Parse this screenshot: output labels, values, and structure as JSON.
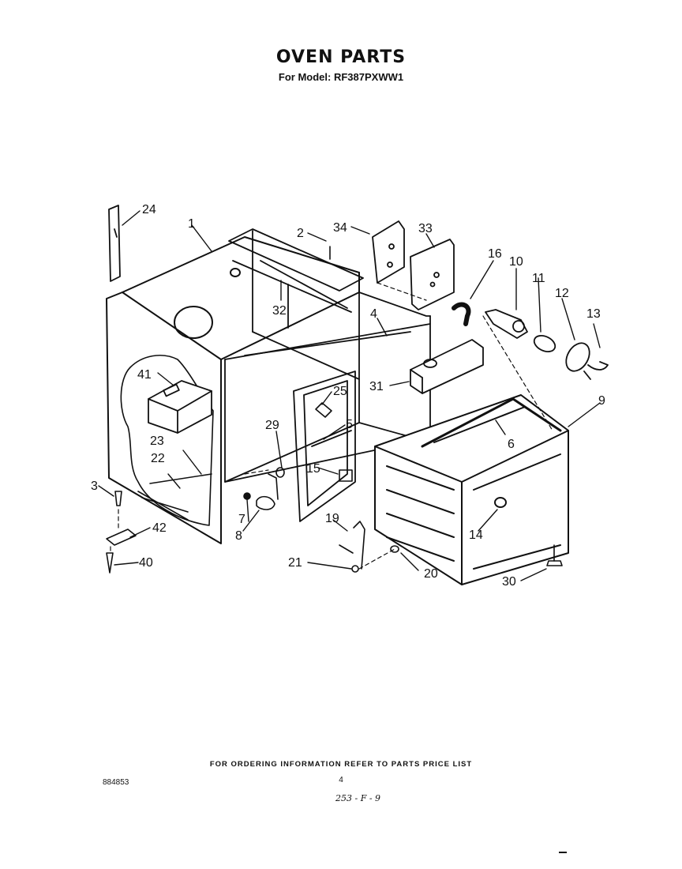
{
  "header": {
    "title": "OVEN PARTS",
    "subtitle": "For Model: RF387PXWW1"
  },
  "parts": [
    {
      "label": "1"
    },
    {
      "label": "2"
    },
    {
      "label": "3"
    },
    {
      "label": "4"
    },
    {
      "label": "5"
    },
    {
      "label": "6"
    },
    {
      "label": "7"
    },
    {
      "label": "8"
    },
    {
      "label": "9"
    },
    {
      "label": "10"
    },
    {
      "label": "11"
    },
    {
      "label": "12"
    },
    {
      "label": "13"
    },
    {
      "label": "14"
    },
    {
      "label": "15"
    },
    {
      "label": "16"
    },
    {
      "label": "19"
    },
    {
      "label": "20"
    },
    {
      "label": "21"
    },
    {
      "label": "22"
    },
    {
      "label": "23"
    },
    {
      "label": "24"
    },
    {
      "label": "25"
    },
    {
      "label": "29"
    },
    {
      "label": "30"
    },
    {
      "label": "31"
    },
    {
      "label": "32"
    },
    {
      "label": "33"
    },
    {
      "label": "34"
    },
    {
      "label": "40"
    },
    {
      "label": "41"
    },
    {
      "label": "42"
    }
  ],
  "footer": {
    "ordering_note": "FOR ORDERING INFORMATION REFER TO PARTS PRICE LIST",
    "page_number": "4",
    "doc_code": "884853",
    "handwritten_note": "253 - F - 9"
  }
}
